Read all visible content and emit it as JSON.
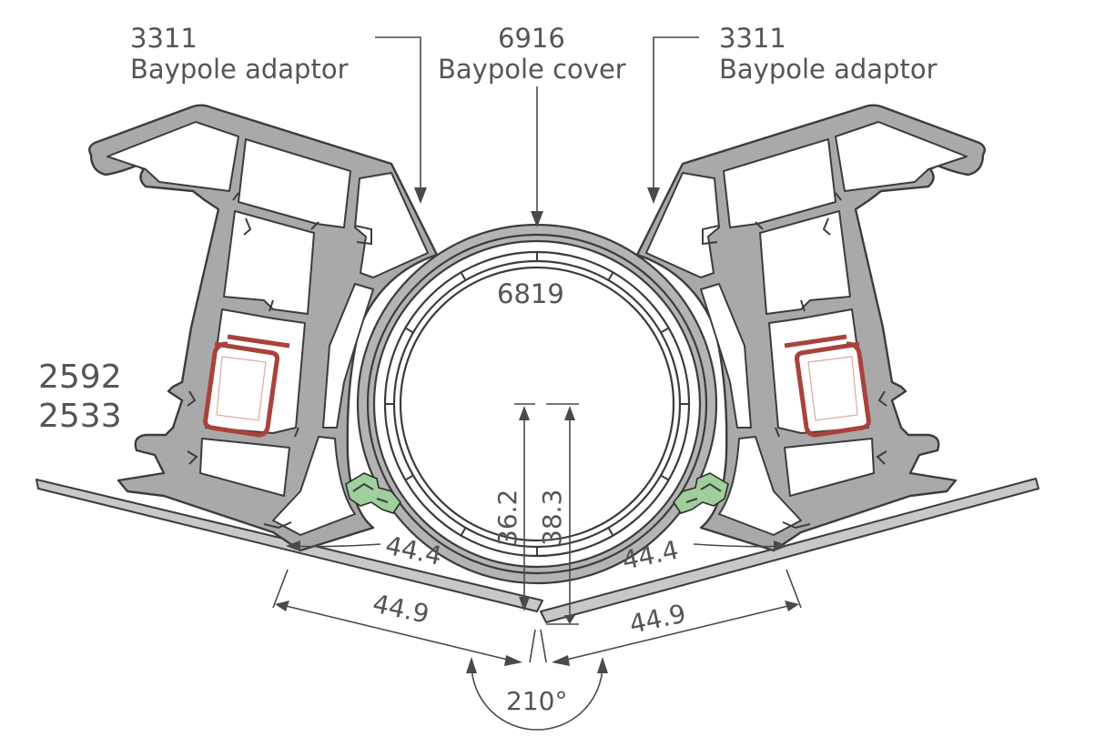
{
  "labels": {
    "left_adaptor_code": "3311",
    "left_adaptor_name": "Baypole adaptor",
    "cover_code": "6916",
    "cover_name": "Baypole cover",
    "right_adaptor_code": "3311",
    "right_adaptor_name": "Baypole adaptor",
    "pole_code": "6819",
    "reinforcement_code_1": "2592",
    "reinforcement_code_2": "2533"
  },
  "dimensions": {
    "height_inner": "36.2",
    "height_outer": "38.3",
    "left_inner_width": "44.4",
    "right_inner_width": "44.4",
    "left_outer_width": "44.9",
    "right_outer_width": "44.9",
    "angle": "210°"
  },
  "colors": {
    "profile_fill": "#a9a9a9",
    "outline": "#3c3c3c",
    "reinforcement": "#a8433c",
    "gasket": "#9fcf9c",
    "sill": "#c8c8c8",
    "text": "#555555"
  }
}
